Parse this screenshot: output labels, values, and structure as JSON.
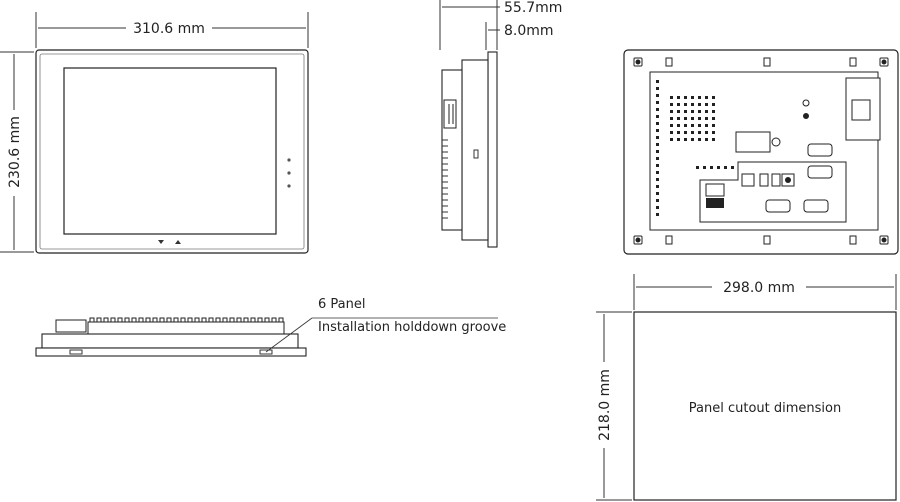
{
  "front_view": {
    "width_label": "310.6 mm",
    "height_label": "230.6 mm"
  },
  "side_view": {
    "depth_label": "55.7mm",
    "bezel_label": "8.0mm"
  },
  "bottom_view": {
    "callout_title": "6 Panel",
    "callout_text": "Installation holddown groove"
  },
  "cutout": {
    "width_label": "298.0 mm",
    "height_label": "218.0 mm",
    "center_label": "Panel cutout dimension"
  }
}
